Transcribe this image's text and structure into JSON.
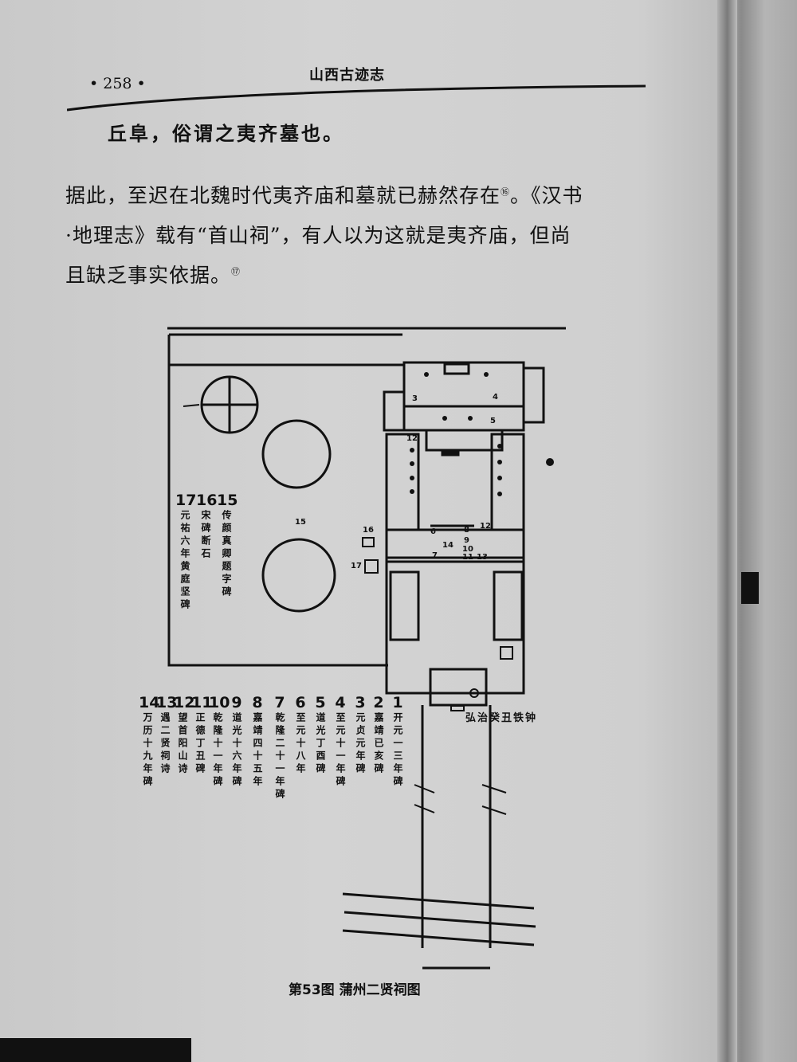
{
  "header": {
    "page_number": "• 258 •",
    "running_title": "山西古迹志"
  },
  "body": {
    "line1": "丘阜，俗谓之夷齐墓也。",
    "para": [
      {
        "text": "据此，至迟在北魏时代夷齐庙和墓就已赫然存在",
        "note": "⑯",
        "tail": "。《汉书"
      },
      {
        "text": "·地理志》载有“首山祠”，有人以为这就是夷齐庙，但尚",
        "note": "",
        "tail": ""
      },
      {
        "text": "且缺乏事实依据。",
        "note": "⑰",
        "tail": ""
      }
    ]
  },
  "figure": {
    "caption": "第53图  蒲州二贤祠图",
    "bell_label": "弘治癸丑铁钟",
    "legend": [
      {
        "n": "1",
        "t": "开元一三年碑"
      },
      {
        "n": "2",
        "t": "嘉靖已亥碑"
      },
      {
        "n": "3",
        "t": "元贞元年碑"
      },
      {
        "n": "4",
        "t": "至元十一年碑"
      },
      {
        "n": "5",
        "t": "道光丁酉碑"
      },
      {
        "n": "6",
        "t": "至元十八年"
      },
      {
        "n": "7",
        "t": "乾隆二十一年碑"
      },
      {
        "n": "8",
        "t": "嘉靖四十五年"
      },
      {
        "n": "9",
        "t": "道光十六年碑"
      },
      {
        "n": "10",
        "t": "乾隆十一年碑"
      },
      {
        "n": "11",
        "t": "正德丁丑碑"
      },
      {
        "n": "12",
        "t": "望首阳山诗"
      },
      {
        "n": "13",
        "t": "遇二贤祠诗"
      },
      {
        "n": "14",
        "t": "万历十九年碑"
      }
    ],
    "legend_west": [
      {
        "n": "17",
        "t": "元祐六年黄庭坚碑"
      },
      {
        "n": "16",
        "t": "宋碑断石"
      },
      {
        "n": "15",
        "t": "传颜真卿题字碑"
      }
    ],
    "plan_marks": [
      "3",
      "4",
      "5",
      "12",
      "6",
      "8",
      "12",
      "9",
      "10",
      "11",
      "13",
      "14",
      "7",
      "16",
      "17",
      "15"
    ]
  }
}
